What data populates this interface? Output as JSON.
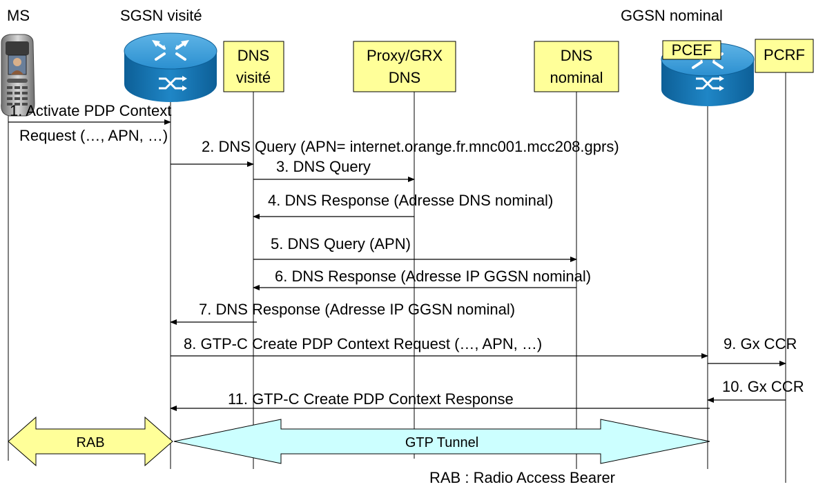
{
  "entities": {
    "ms": "MS",
    "sgsn": "SGSN visité",
    "ggsn": "GGSN nominal",
    "dns_visite": [
      "DNS",
      "visité"
    ],
    "proxy_dns": [
      "Proxy/GRX",
      "DNS"
    ],
    "dns_nominal": [
      "DNS",
      "nominal"
    ],
    "pcef": "PCEF",
    "pcrf": "PCRF"
  },
  "messages": {
    "m1_line1": "1. Activate PDP Context",
    "m1_line2": "Request (…, APN, …)",
    "m2": "2. DNS Query (APN= internet.orange.fr.mnc001.mcc208.gprs)",
    "m3": "3. DNS Query",
    "m4": "4. DNS Response (Adresse DNS nominal)",
    "m5": "5. DNS Query (APN)",
    "m6": "6. DNS Response (Adresse IP GGSN nominal)",
    "m7": "7. DNS Response (Adresse IP GGSN nominal)",
    "m8": "8. GTP-C Create PDP Context Request (…, APN, …)",
    "m9": "9. Gx CCR",
    "m10": "10. Gx CCR",
    "m11": "11. GTP-C Create PDP Context Response"
  },
  "bearers": {
    "rab": "RAB",
    "gtp_tunnel": "GTP Tunnel"
  },
  "legend": "RAB : Radio Access Bearer",
  "colors": {
    "box_fill": "#ffff99",
    "rab_fill": "#ffff99",
    "tunnel_fill": "#ccffff",
    "router_blue": "#1a82c4"
  }
}
